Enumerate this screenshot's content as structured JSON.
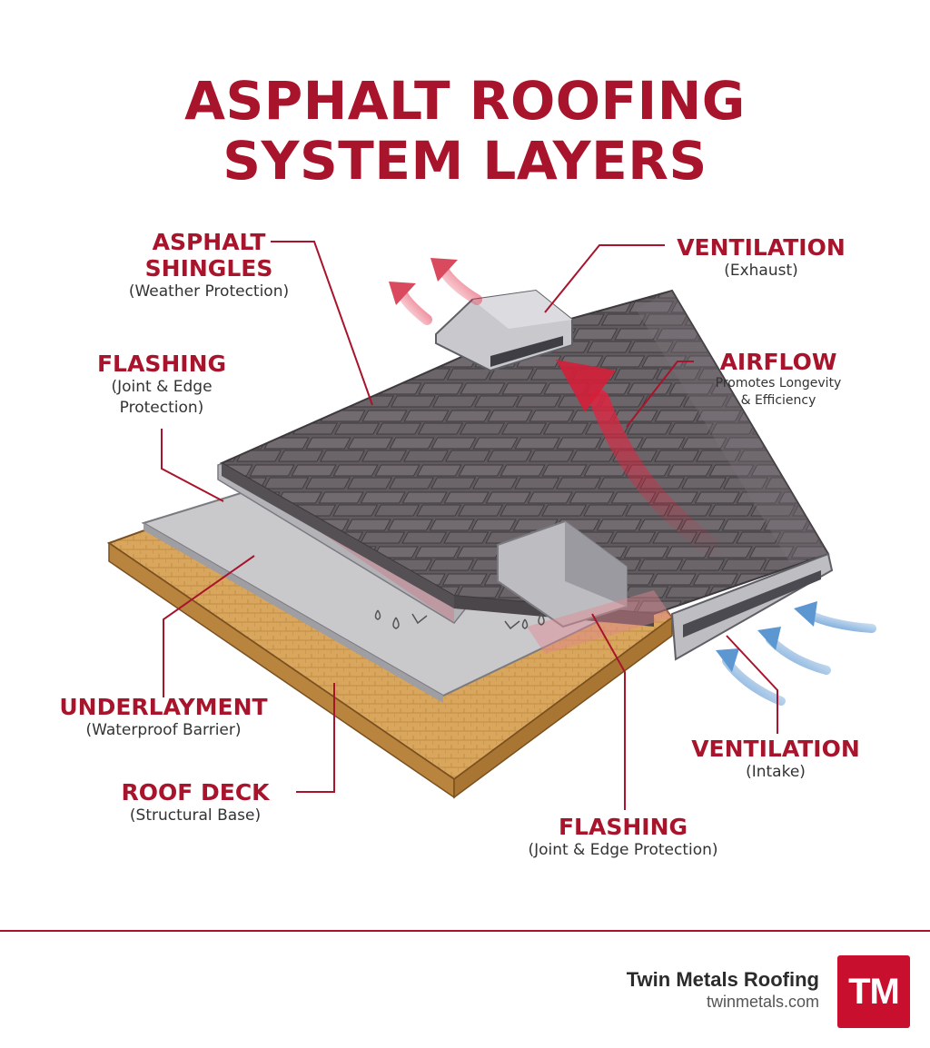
{
  "title": {
    "line1": "ASPHALT ROOFING",
    "line2": "SYSTEM LAYERS"
  },
  "labels": {
    "shingles": {
      "heading1": "ASPHALT",
      "heading2": "SHINGLES",
      "sub": "(Weather Protection)"
    },
    "flashing_left": {
      "heading": "FLASHING",
      "sub1": "(Joint & Edge",
      "sub2": "Protection)"
    },
    "underlayment": {
      "heading": "UNDERLAYMENT",
      "sub": "(Waterproof Barrier)"
    },
    "roof_deck": {
      "heading": "ROOF DECK",
      "sub": "(Structural Base)"
    },
    "vent_exhaust": {
      "heading": "VENTILATION",
      "sub": "(Exhaust)"
    },
    "airflow": {
      "heading": "AIRFLOW",
      "sub1": "Promotes Longevity",
      "sub2": "& Efficiency"
    },
    "vent_intake": {
      "heading": "VENTILATION",
      "sub": "(Intake)"
    },
    "flashing_bottom": {
      "heading": "FLASHING",
      "sub": "(Joint & Edge Protection)"
    }
  },
  "footer": {
    "company": "Twin Metals Roofing",
    "url": "twinmetals.com",
    "logo_text": "TM"
  },
  "colors": {
    "accent": "#a8142b",
    "shingle": "#6a6468",
    "deck": "#d4a15a",
    "underlayment": "#c7c7ca",
    "intake_arrow": "#6fa3d8"
  }
}
